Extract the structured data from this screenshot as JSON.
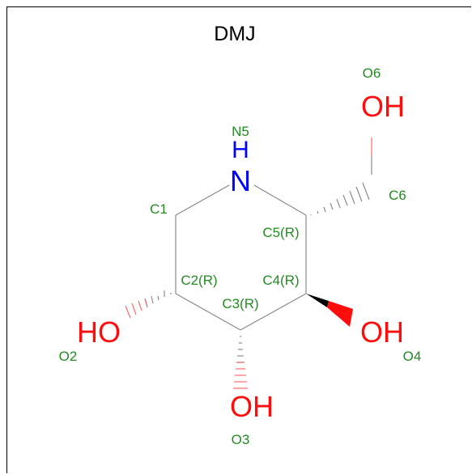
{
  "title": "DMJ",
  "atom_labels": {
    "n5": "N5",
    "c1": "C1",
    "c2": "C2(R)",
    "c3": "C3(R)",
    "c4": "C4(R)",
    "c5": "C5(R)",
    "c6": "C6",
    "o2": "O2",
    "o3": "O3",
    "o4": "O4",
    "o6": "O6"
  },
  "hetero": {
    "n5_h": "H",
    "n5_n": "N",
    "o6": "OH",
    "o2": "HO",
    "o3": "OH",
    "o4": "OH"
  },
  "colors": {
    "carbon_label": "#228b22",
    "oxygen": "#ff0d0d",
    "nitrogen": "#0000ff",
    "bond": "#8a8a8a"
  }
}
